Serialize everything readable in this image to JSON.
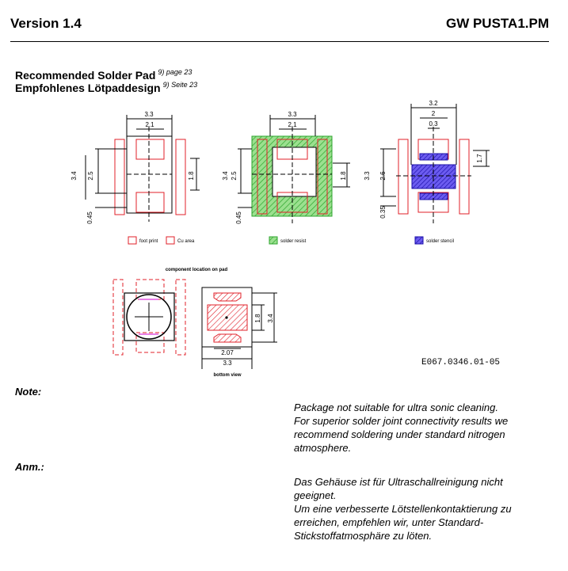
{
  "header": {
    "left": "Version 1.4",
    "right": "GW PUSTA1.PM"
  },
  "section": {
    "title_en": "Recommended Solder Pad",
    "title_en_ref": "9) page 23",
    "title_de": "Empfohlenes Lötpaddesign",
    "title_de_ref": "9) Seite 23"
  },
  "drawing": {
    "footprint": {
      "d_33": "3.3",
      "d_21": "2.1",
      "d_34": "3.4",
      "d_25": "2.5",
      "d_18": "1.8",
      "d_045": "0.45"
    },
    "resist": {
      "d_33": "3.3",
      "d_21": "2.1",
      "d_34": "3.4",
      "d_25": "2.5",
      "d_18": "1.8",
      "d_045": "0.45"
    },
    "stencil": {
      "d_32": "3.2",
      "d_2": "2",
      "d_03": "0.3",
      "d_33": "3.3",
      "d_26": "2.6",
      "d_17": "1.7",
      "d_035": "0.35"
    },
    "legend": {
      "foot_print": "foot print",
      "cu_area": "Cu area",
      "solder_resist": "solder resist",
      "solder_stencil": "solder stencil"
    },
    "component_label": "component location on pad",
    "bottom": {
      "d_207": "2.07",
      "d_33": "3.3",
      "d_18": "1.8",
      "d_34": "3.4",
      "caption": "bottom view"
    },
    "code": "E067.0346.01-05"
  },
  "notes": {
    "note_label": "Note:",
    "note_lines": [
      "Package not suitable for ultra sonic cleaning.",
      "For superior solder joint connectivity results we",
      "recommend soldering under standard nitrogen",
      "atmosphere."
    ],
    "anm_label": "Anm.:",
    "anm_lines": [
      "Das Gehäuse ist für Ultraschallreinigung nicht",
      "geeignet.",
      "Um eine verbesserte Lötstellenkontaktierung zu",
      "erreichen, empfehlen wir, unter Standard-",
      "Stickstoffatmosphäre zu löten."
    ]
  },
  "colors": {
    "red": "#e0202a",
    "green": "#3bc23b",
    "blue": "#2a1fc8",
    "magenta": "#d000d0"
  }
}
